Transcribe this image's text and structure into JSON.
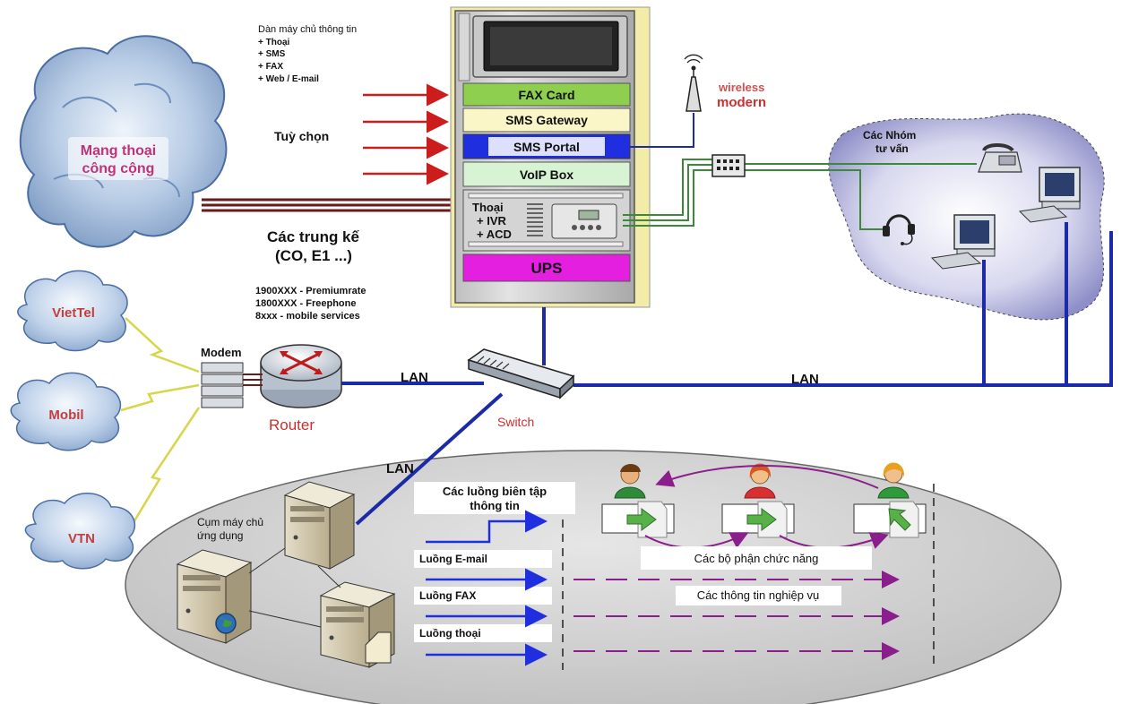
{
  "header": {
    "title": "Dàn máy chủ thông tin",
    "items": [
      "+ Thoại",
      "+ SMS",
      "+ FAX",
      "+ Web / E-mail"
    ]
  },
  "options_label": "Tuỳ chọn",
  "trunks": {
    "line1": "Các trung kế",
    "line2": "(CO, E1 ...)"
  },
  "services": [
    "1900XXX - Premiumrate",
    "1800XXX - Freephone",
    "8xxx - mobile services"
  ],
  "clouds": {
    "public": {
      "line1": "Mạng thoại",
      "line2": "công cộng"
    },
    "viettel": "VietTel",
    "mobil": "Mobil",
    "vtn": "VTN"
  },
  "rack": {
    "modules": [
      "FAX Card",
      "SMS Gateway",
      "SMS Portal",
      "VoIP Box"
    ],
    "voice": {
      "title": "Thoại",
      "ivr": "+ IVR",
      "acd": "+ ACD"
    },
    "ups": "UPS"
  },
  "wireless": {
    "line1": "wireless",
    "line2": "modern"
  },
  "consult": {
    "line1": "Các Nhóm",
    "line2": "tư vấn"
  },
  "network": {
    "modem": "Modem",
    "router": "Router",
    "switch": "Switch",
    "lan": "LAN"
  },
  "bottom": {
    "servers": {
      "line1": "Cụm máy chủ",
      "line2": "ứng dụng"
    },
    "editorial": {
      "line1": "Các luồng biên tập",
      "line2": "thông tin"
    },
    "email": "Luồng E-mail",
    "fax": "Luồng FAX",
    "voice": "Luồng thoại",
    "functional": "Các bộ phận chức năng",
    "business": "Các thông tin nghiệp vụ"
  },
  "colors": {
    "fax_card": "#8fcf4f",
    "sms_gateway": "#fbf6c8",
    "sms_portal": "#1f2fe0",
    "voip_box": "#d7f3d3",
    "ups": "#e41fe0",
    "lan": "#1a2aa8",
    "arrow": "#cc1d1d",
    "flow": "#1f2fe0",
    "dash": "#8a1e8a"
  }
}
